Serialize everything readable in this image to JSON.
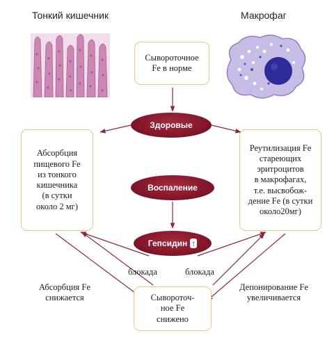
{
  "titles": {
    "intestine": "Тонкий кишечник",
    "macrophage": "Макрофаг"
  },
  "boxes": {
    "serum_normal": "Сывороточное\nFe в норме",
    "absorption": "Абсорбция\nпищевого Fe\nиз тонкого\nкишечника\n(в сутки\nоколо 2 мг)",
    "reutilization": "Реутилизация Fe\nстареющих\nэритроцитов\nв макрофагах,\nт.е. высвобож-\nдение Fe (в сутки\nоколо20мг)",
    "serum_low": "Сывороточ-\nное Fe\nснижено"
  },
  "ovals": {
    "healthy": "Здоровые",
    "inflammation": "Воспаление",
    "hepcidin": "Гепсидин",
    "hepcidin_arrow": "↑"
  },
  "labels": {
    "blockade_left": "блокада",
    "blockade_right": "блокада",
    "absorption_decreases": "Абсорбция Fe\nснижается",
    "deposition_increases": "Депонирование Fe\nувеличивается"
  },
  "colors": {
    "oval": "#7d1327",
    "box_border": "#e7c58d",
    "arrow": "#8b2a3a"
  },
  "icons": {
    "intestine": "intestine-histology-image",
    "macrophage": "macrophage-cell-image"
  }
}
